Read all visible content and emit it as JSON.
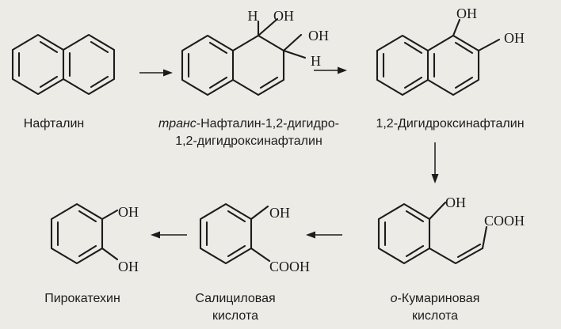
{
  "compounds": {
    "naphthalene": {
      "name": "Нафталин"
    },
    "dihydrodiol": {
      "prefix": "транс",
      "name_line1_rest": "-Нафталин-1,2-дигидро-",
      "name_line2": "1,2-дигидроксинафталин",
      "atoms": {
        "h1": "H",
        "oh1": "OH",
        "oh2": "OH",
        "h2": "H"
      }
    },
    "dihydroxynaphthalene": {
      "name": "1,2-Дигидроксинафталин",
      "atoms": {
        "oh1": "OH",
        "oh2": "OH"
      }
    },
    "coumaric_acid": {
      "prefix": "о",
      "name_line1_rest": "-Кумариновая",
      "name_line2": "кислота",
      "atoms": {
        "oh": "OH",
        "cooh": "COOH"
      }
    },
    "salicylic_acid": {
      "name_line1": "Салициловая",
      "name_line2": "кислота",
      "atoms": {
        "oh": "OH",
        "cooh": "COOH"
      }
    },
    "catechol": {
      "name": "Пирокатехин",
      "atoms": {
        "oh1": "OH",
        "oh2": "OH"
      }
    }
  },
  "colors": {
    "ink": "#1c1c1c",
    "paper": "#ecebe6"
  }
}
